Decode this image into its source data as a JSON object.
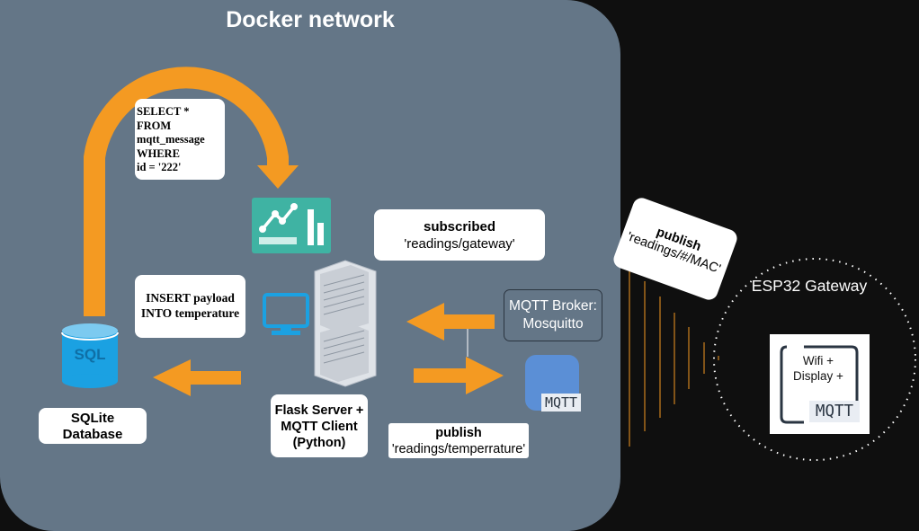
{
  "docker": {
    "title": "Docker network"
  },
  "sql_query": {
    "lines": [
      "SELECT *",
      "FROM",
      "mqtt_message",
      "WHERE",
      "id = '222'"
    ]
  },
  "insert": {
    "line1": "INSERT payload",
    "line2": "INTO temperature"
  },
  "sqlite": {
    "line1": "SQLite",
    "line2": "Database",
    "icon_text": "SQL"
  },
  "flask": {
    "line1": "Flask Server +",
    "line2": "MQTT Client",
    "line3": "(Python)"
  },
  "subscribed": {
    "title": "subscribed",
    "topic": "'readings/gateway'"
  },
  "publish_temp": {
    "title": "publish",
    "topic": "'readings/temperrature'"
  },
  "broker": {
    "line1": "MQTT Broker:",
    "line2": "Mosquitto",
    "icon_text": "MQTT"
  },
  "publish_mac": {
    "title": "publish",
    "topic": "'readings/#/MAC'"
  },
  "esp32": {
    "label": "ESP32 Gateway",
    "line1": "Wifi +",
    "line2": "Display +",
    "mqtt": "MQTT"
  },
  "icons": [
    "chart-dashboard-icon",
    "monitor-icon",
    "server-rack-icon",
    "database-icon",
    "mqtt-cloud-icon"
  ],
  "colors": {
    "docker_bg": "#647687",
    "arrow_orange": "#f49a22",
    "chart_teal": "#3fb3a3",
    "monitor_blue": "#1ba1e2",
    "db_blue": "#1ba1e2",
    "background": "#0f0f0f"
  }
}
